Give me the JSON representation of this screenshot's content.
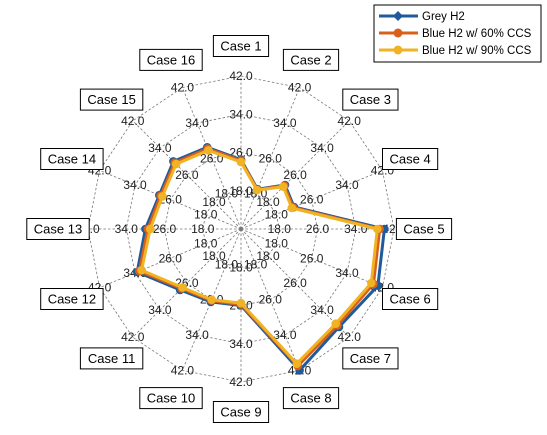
{
  "chart_data": {
    "type": "radar",
    "title": "",
    "categories": [
      "Case 1",
      "Case 2",
      "Case 3",
      "Case 4",
      "Case 5",
      "Case 6",
      "Case 7",
      "Case 8",
      "Case 9",
      "Case 10",
      "Case 11",
      "Case 12",
      "Case 13",
      "Case 14",
      "Case 15",
      "Case 16"
    ],
    "ticks": [
      "18.0",
      "26.0",
      "34.0",
      "42.0"
    ],
    "rmin": 10,
    "rmax": 42,
    "series": [
      {
        "name": "Grey H2",
        "color": "#1f5b9a",
        "values": [
          24.5,
          19.0,
          23.0,
          22.0,
          40.0,
          41.0,
          39.0,
          42.0,
          26.0,
          26.5,
          28.0,
          33.5,
          30.0,
          28.5,
          30.0,
          28.5
        ]
      },
      {
        "name": "Blue H2 w/ 60% CCS",
        "color": "#d9601c",
        "values": [
          24.3,
          18.9,
          22.8,
          21.8,
          39.0,
          40.0,
          38.5,
          41.0,
          25.8,
          26.2,
          27.6,
          33.0,
          29.5,
          28.2,
          29.6,
          28.2
        ]
      },
      {
        "name": "Blue H2 w/ 90% CCS",
        "color": "#f0b324",
        "values": [
          24.0,
          18.8,
          22.5,
          21.5,
          38.5,
          39.5,
          38.0,
          40.5,
          25.5,
          26.0,
          27.3,
          32.5,
          29.0,
          27.8,
          29.2,
          27.8
        ]
      }
    ],
    "legend_position": "top-right",
    "grid": true
  }
}
